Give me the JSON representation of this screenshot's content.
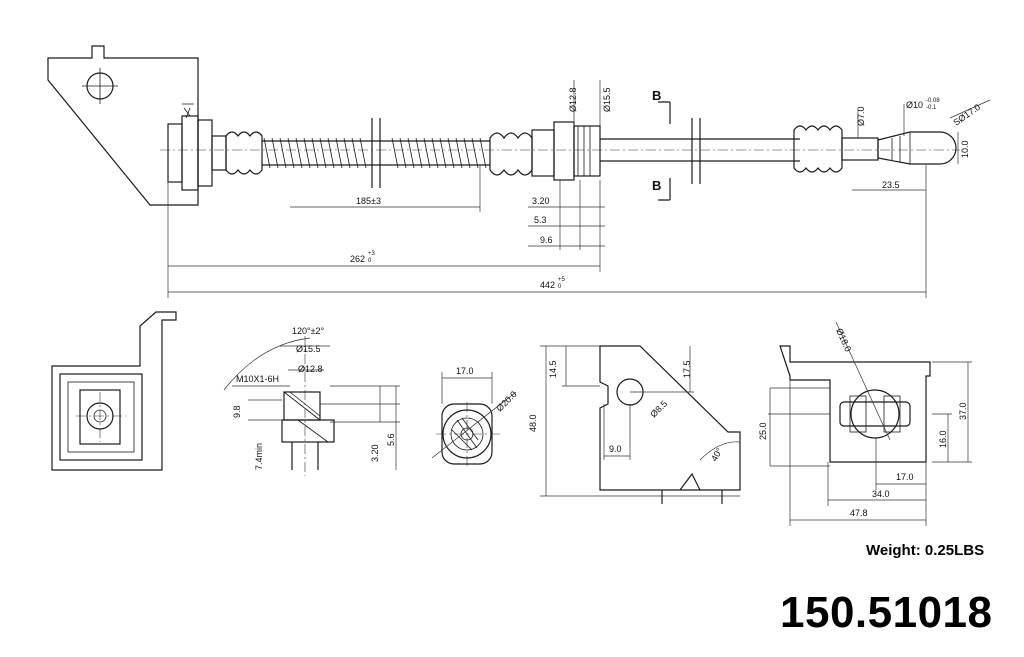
{
  "weight_label": "Weight: 0.25LBS",
  "part_number": "150.51018",
  "section_label": "B",
  "dimensions": {
    "d_185": "185±3",
    "d_320": "3.20",
    "d_53": "5.3",
    "d_96": "9.6",
    "d_262_main": "262",
    "d_262_tol": "+3",
    "d_262_tol_lower": "0",
    "d_442_main": "442",
    "d_442_tol": "+5",
    "d_442_tol_lower": "0",
    "d_128": "Ø12.8",
    "d_155": "Ø15.5",
    "d_70": "Ø7.0",
    "d_10": "Ø10",
    "d_10_tol_upper": "-0.08",
    "d_10_tol_lower": "-0.1",
    "d_sr17": "SØ17.0",
    "d_100": "10.0",
    "d_235": "23.5",
    "d_angle": "120°±2°",
    "d_155b": "Ø15.5",
    "d_128b": "Ø12.8",
    "d_thread": "M10X1-6H",
    "d_98": "9.8",
    "d_74": "7.4min",
    "d_320b": "3.20",
    "d_56": "5.6",
    "d_170a": "17.0",
    "d_200": "Ø20.0",
    "d_145": "14.5",
    "d_480": "48.0",
    "d_175": "17.5",
    "d_85": "Ø8.5",
    "d_90": "9.0",
    "d_40deg": "40°",
    "d_180": "Ø18.0",
    "d_250": "25.0",
    "d_370": "37.0",
    "d_160": "16.0",
    "d_170b": "17.0",
    "d_340": "34.0",
    "d_478": "47.8"
  }
}
